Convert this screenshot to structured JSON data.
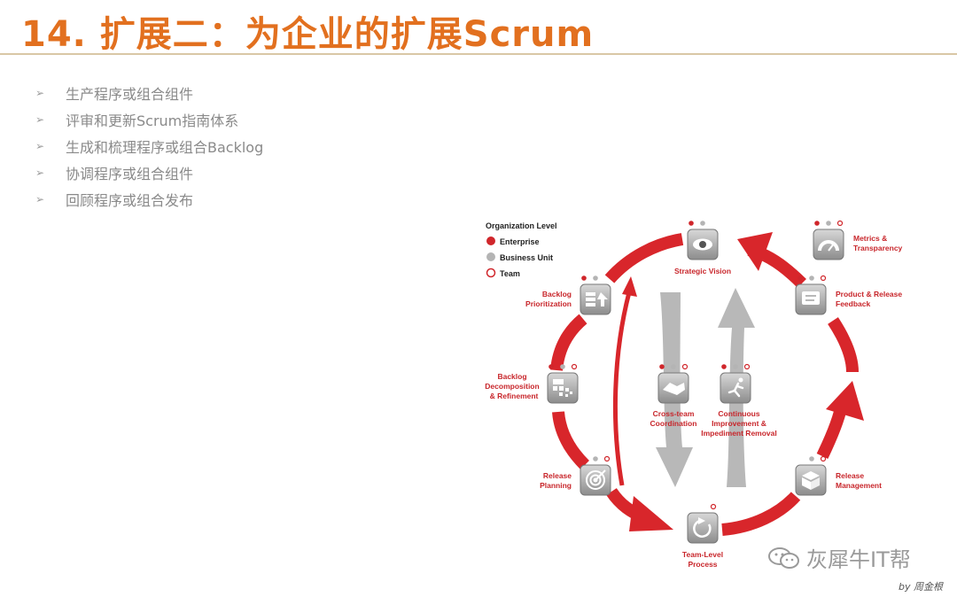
{
  "title": "14. 扩展二：为企业的扩展Scrum",
  "bullets": [
    "生产程序或组合组件",
    "评审和更新Scrum指南体系",
    "生成和梳理程序或组合Backlog",
    "协调程序或组合组件",
    "回顾程序或组合发布"
  ],
  "bullet_marker": "➢",
  "diagram": {
    "legend": {
      "title": "Organization Level",
      "items": [
        "Enterprise",
        "Business Unit",
        "Team"
      ]
    },
    "nodes": {
      "strategic_vision": [
        "Strategic Vision"
      ],
      "metrics": [
        "Metrics &",
        "Transparency"
      ],
      "feedback": [
        "Product & Release",
        "Feedback"
      ],
      "backlog_prioritization": [
        "Backlog",
        "Prioritization"
      ],
      "backlog_decomposition": [
        "Backlog",
        "Decomposition",
        "& Refinement"
      ],
      "cross_team": [
        "Cross-team",
        "Coordination"
      ],
      "continuous_improvement": [
        "Continuous",
        "Improvement &",
        "Impediment Removal"
      ],
      "release_planning": [
        "Release",
        "Planning"
      ],
      "release_management": [
        "Release",
        "Management"
      ],
      "team_level": [
        "Team-Level",
        "Process"
      ]
    },
    "colors": {
      "enterprise": "#d0262b",
      "business_unit": "#b4b4b4",
      "team": "#d0262b",
      "arrow_red": "#d8262b",
      "arrow_gray": "#b8b8b8"
    }
  },
  "watermark": "灰犀牛IT帮",
  "byline": "by  周金根"
}
